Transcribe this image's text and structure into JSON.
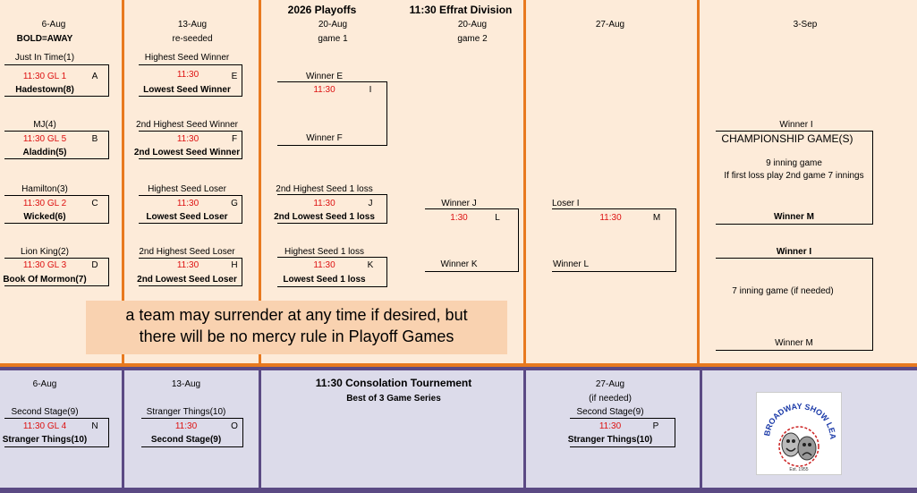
{
  "header": {
    "title": "2026 Playoffs",
    "division": "11:30 Effrat Division"
  },
  "dates": {
    "aug6": "6-Aug",
    "aug13": "13-Aug",
    "aug20a": "20-Aug",
    "aug20b": "20-Aug",
    "aug27": "27-Aug",
    "sep3": "3-Sep"
  },
  "subs": {
    "bold_away": "BOLD=AWAY",
    "reseeded": "re-seeded",
    "game1": "game 1",
    "game2": "game 2"
  },
  "round1": [
    {
      "top": "Just In Time(1)",
      "time": "11:30 GL 1",
      "letter": "A",
      "bottom": "Hadestown(8)"
    },
    {
      "top": "MJ(4)",
      "time": "11:30 GL 5",
      "letter": "B",
      "bottom": "Aladdin(5)"
    },
    {
      "top": "Hamilton(3)",
      "time": "11:30 GL 2",
      "letter": "C",
      "bottom": "Wicked(6)"
    },
    {
      "top": "Lion King(2)",
      "time": "11:30 GL 3",
      "letter": "D",
      "bottom": "Book Of Mormon(7)"
    }
  ],
  "round2": [
    {
      "top": "Highest Seed Winner",
      "time": "11:30",
      "letter": "E",
      "bottom": "Lowest Seed Winner"
    },
    {
      "top": "2nd Highest Seed Winner",
      "time": "11:30",
      "letter": "F",
      "bottom": "2nd Lowest Seed Winner"
    },
    {
      "top": "Highest Seed Loser",
      "time": "11:30",
      "letter": "G",
      "bottom": "Lowest Seed Loser"
    },
    {
      "top": "2nd Highest Seed Loser",
      "time": "11:30",
      "letter": "H",
      "bottom": "2nd Lowest Seed Loser"
    }
  ],
  "round3": [
    {
      "top": "Winner E",
      "time": "11:30",
      "letter": "I",
      "bottom": "Winner F"
    },
    {
      "top": "2nd Highest Seed 1 loss",
      "time": "11:30",
      "letter": "J",
      "bottom": "2nd Lowest Seed 1 loss"
    },
    {
      "top": "Highest Seed 1 loss",
      "time": "11:30",
      "letter": "K",
      "bottom": "Lowest Seed 1 loss"
    }
  ],
  "round4": {
    "top": "Winner J",
    "time": "1:30",
    "letter": "L",
    "bottom": "Winner K"
  },
  "round5": {
    "top": "Loser I",
    "time": "11:30",
    "letter": "M",
    "bottom": "Winner L"
  },
  "final": {
    "top": "Winner I",
    "title": "CHAMPIONSHIP GAME(S)",
    "line1": "9 inning game",
    "line2": "If first loss play 2nd game 7 innings",
    "bottom": "Winner M",
    "top2": "Winner I",
    "line3": "7 inning game (if needed)",
    "bottom2": "Winner M"
  },
  "note": {
    "line1": "a team may surrender at any time if desired, but",
    "line2": "there will be no mercy rule in Playoff Games"
  },
  "consolation": {
    "title": "11:30 Consolation Tournement",
    "subtitle": "Best of 3 Game Series",
    "d1": "6-Aug",
    "d2": "13-Aug",
    "d3": "27-Aug",
    "ifneeded": "(if needed)",
    "g1": {
      "top": "Second Stage(9)",
      "time": "11:30 GL 4",
      "letter": "N",
      "bottom": "Stranger Things(10)"
    },
    "g2": {
      "top": "Stranger Things(10)",
      "time": "11:30",
      "letter": "O",
      "bottom": "Second Stage(9)"
    },
    "g3": {
      "top": "Second Stage(9)",
      "time": "11:30",
      "letter": "P",
      "bottom": "Stranger Things(10)"
    }
  },
  "logo": {
    "text": "BROADWAY SHOW LEAGUE",
    "est": "Est. 1955"
  },
  "colors": {
    "orange": "#e8791f",
    "purple": "#5b4a84",
    "red": "#dd1111",
    "peach": "#fdebd9",
    "lavender": "#dcdbea"
  }
}
